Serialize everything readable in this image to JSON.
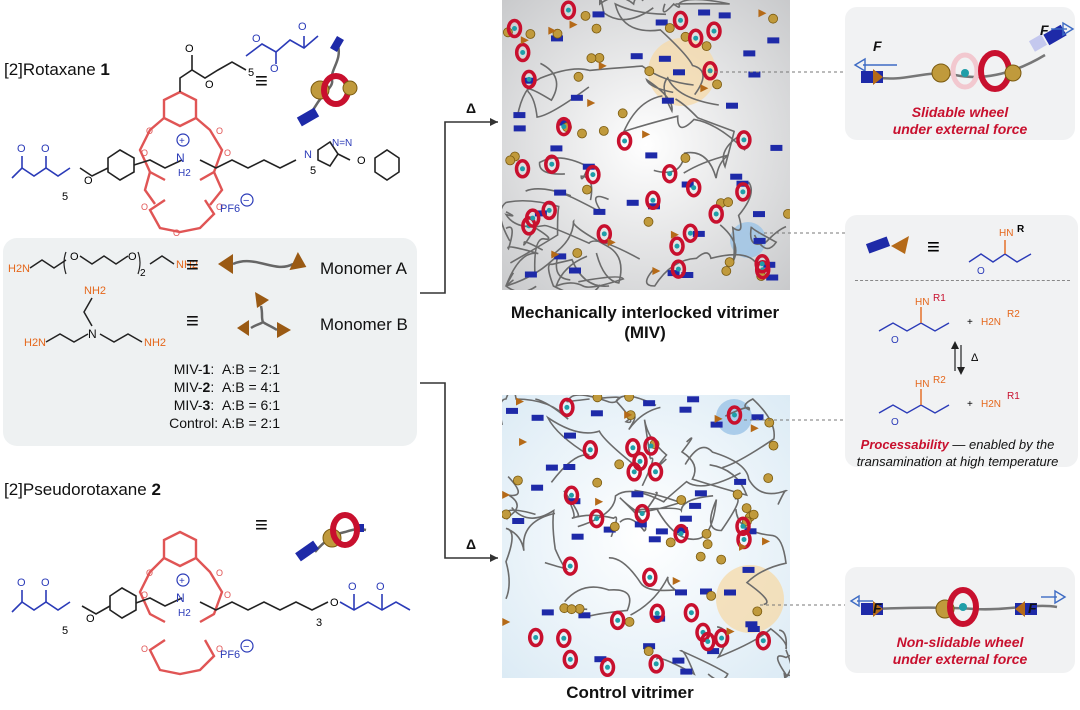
{
  "rotaxane": {
    "title_prefix": "[2]Rotaxane ",
    "title_num": "1",
    "h2": "H2",
    "pf6": "PF6",
    "sub5a": "5",
    "sub5b": "5",
    "sub5c": "5"
  },
  "pseudorotaxane": {
    "title_prefix": "[2]Pseudorotaxane ",
    "title_num": "2",
    "h2": "H2",
    "pf6": "PF6",
    "sub5": "5",
    "sub3": "3"
  },
  "monomers": {
    "monomer_a": "Monomer A",
    "monomer_b": "Monomer B",
    "peg_sub": "2",
    "nh2": "NH2",
    "h2n": "H2N",
    "n": "N",
    "ratios": [
      {
        "name": "MIV-",
        "num": "1",
        "ratio": "A:B = 2:1"
      },
      {
        "name": "MIV-",
        "num": "2",
        "ratio": "A:B = 4:1"
      },
      {
        "name": "MIV-",
        "num": "3",
        "ratio": "A:B = 6:1"
      },
      {
        "name": "Control",
        "num": "",
        "ratio": "A:B = 2:1"
      }
    ]
  },
  "arrows": {
    "delta_top": "Δ",
    "delta_bottom": "Δ",
    "equiv": "≡"
  },
  "miv": {
    "caption_line1": "Mechanically interlocked vitrimer",
    "caption_line2": "(MIV)"
  },
  "control": {
    "caption": "Control vitrimer"
  },
  "panel_top": {
    "force_left": "F",
    "force_right": "F",
    "note_line1": "Slidable wheel",
    "note_line2": "under external force"
  },
  "panel_mid": {
    "hn": "HN",
    "r": "R",
    "reaction_delta": "Δ",
    "r1": "R1",
    "r2": "R2",
    "h2n": "H2N",
    "plus": "+",
    "processability": "Processability",
    "process_rest": " — enabled by the",
    "process_line2": "transamination at high temperature"
  },
  "panel_bottom": {
    "force_left": "F",
    "force_right": "F",
    "note_line1": "Non-slidable wheel",
    "note_line2": "under external force"
  },
  "colors": {
    "red": "#c8102e",
    "blue": "#2b3bb8",
    "orange": "#e5671b",
    "gold": "#c08b2c",
    "teal": "#1f9ea8"
  }
}
